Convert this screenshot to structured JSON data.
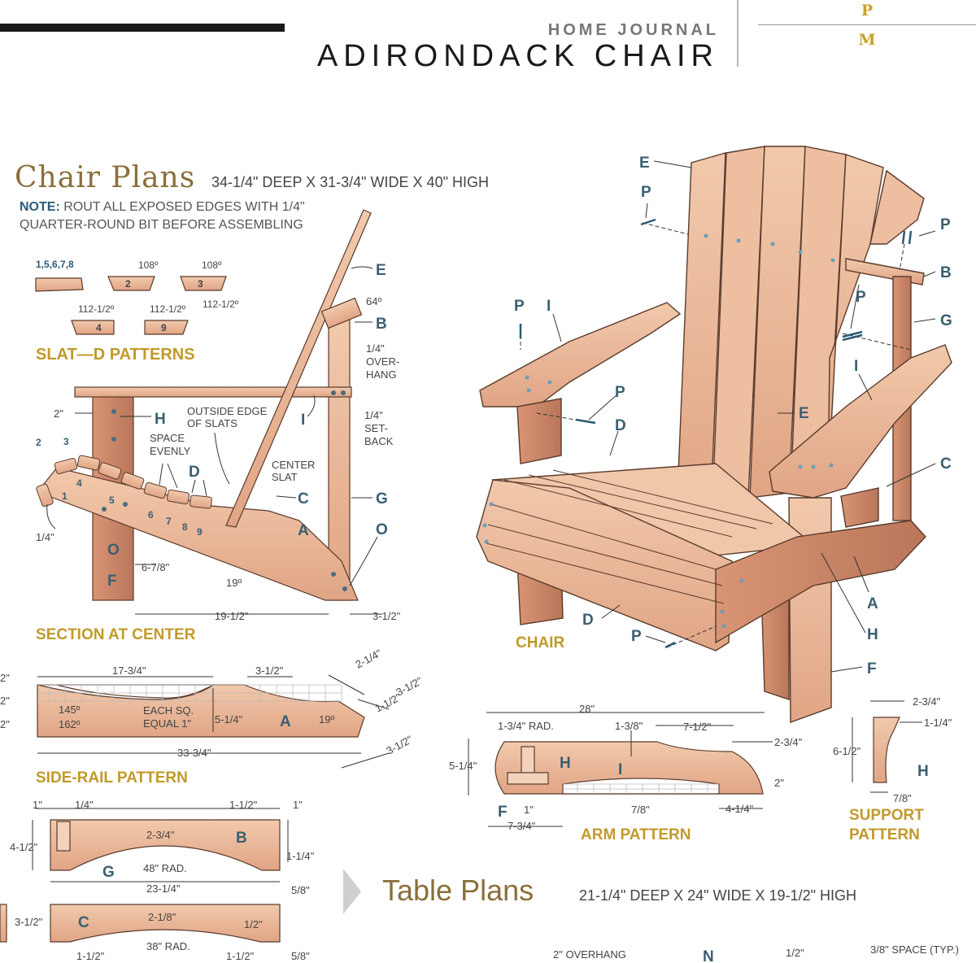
{
  "header": {
    "kicker": "HOME JOURNAL",
    "title": "ADIRONDACK CHAIR",
    "logo_top": "P",
    "logo_bottom": "M"
  },
  "chair_plans": {
    "heading": "Chair Plans",
    "dims": "34-1/4\" DEEP X 31-3/4\" WIDE X 40\" HIGH",
    "note_label": "NOTE:",
    "note_text": "ROUT ALL EXPOSED EDGES WITH 1/4\"",
    "note_text2": "QUARTER-ROUND BIT BEFORE ASSEMBLING"
  },
  "slat_patterns": {
    "caption": "SLAT—D PATTERNS",
    "set1": "1,5,6,7,8",
    "angle_108a": "108º",
    "angle_108b": "108º",
    "angle_112a": "112-1/2º",
    "angle_112b": "112-1/2º",
    "angle_112c": "112-1/2º",
    "n2": "2",
    "n3": "3",
    "n4": "4",
    "n9": "9"
  },
  "section": {
    "caption": "SECTION AT CENTER",
    "labels": {
      "E": "E",
      "B": "B",
      "I": "I",
      "H": "H",
      "D": "D",
      "C": "C",
      "A": "A",
      "G": "G",
      "O": "O",
      "O2": "O",
      "F": "F"
    },
    "angle64": "64º",
    "overhang": [
      "1/4\"",
      "OVER-",
      "HANG"
    ],
    "setback": [
      "1/4\"",
      "SET-",
      "BACK"
    ],
    "outside_edge": [
      "OUTSIDE EDGE",
      "OF SLATS"
    ],
    "space_evenly": [
      "SPACE",
      "EVENLY"
    ],
    "center_slat": [
      "CENTER",
      "SLAT"
    ],
    "dim_2": "2\"",
    "dim_quarter": "1/4\"",
    "dim_678": "6-7/8\"",
    "angle19": "19º",
    "dim_1912": "19-1/2\"",
    "dim_312": "3-1/2\"",
    "slat_numbers": [
      "1",
      "2",
      "3",
      "4",
      "5",
      "6",
      "7",
      "8",
      "9"
    ]
  },
  "chair_view": {
    "caption": "CHAIR",
    "labels": [
      "E",
      "P",
      "P",
      "B",
      "G",
      "P",
      "I",
      "P",
      "I",
      "E",
      "D",
      "C",
      "A",
      "H",
      "F",
      "D",
      "P"
    ]
  },
  "side_rail": {
    "caption": "SIDE-RAIL PATTERN",
    "d_1734": "17-3/4\"",
    "d_312": "3-1/2\"",
    "d_214": "2-1/4\"",
    "d_312b": "3-1/2\"",
    "d_112": "1-1/2\"",
    "d_312c": "3-1/2\"",
    "d_3334": "33-3/4\"",
    "d_514": "5-1/4\"",
    "angle145": "145º",
    "angle162": "162º",
    "angle19": "19º",
    "each_sq": [
      "EACH SQ.",
      "EQUAL 1\""
    ],
    "left_dims": [
      "2\"",
      "2\"",
      "2\""
    ],
    "part": "A"
  },
  "arm": {
    "caption": "ARM PATTERN",
    "d_28": "28\"",
    "d_rad": "1-3/4\" RAD.",
    "d_138": "1-3/8\"",
    "d_712": "7-1/2\"",
    "d_234": "2-3/4\"",
    "d_514": "5-1/4\"",
    "d_2": "2\"",
    "d_1": "1\"",
    "d_78": "7/8\"",
    "d_414": "4-1/4\"",
    "d_734": "7-3/4\"",
    "parts": [
      "H",
      "I",
      "F"
    ]
  },
  "support": {
    "caption": [
      "SUPPORT",
      "PATTERN"
    ],
    "d_234": "2-3/4\"",
    "d_114": "1-1/4\"",
    "d_612": "6-1/2\"",
    "d_78": "7/8\"",
    "part": "H"
  },
  "back_brace": {
    "d_1": "1\"",
    "d_14": "1/4\"",
    "d_112": "1-1/2\"",
    "d_1b": "1\"",
    "d_412": "4-1/2\"",
    "d_234": "2-3/4\"",
    "d_48rad": "48\" RAD.",
    "d_114": "1-1/4\"",
    "d_2314": "23-1/4\"",
    "d_58": "5/8\"",
    "part_b": "B",
    "part_g": "G"
  },
  "front_brace": {
    "d_312": "3-1/2\"",
    "d_218": "2-1/8\"",
    "d_12": "1/2\"",
    "d_38rad": "38\" RAD.",
    "d_112": "1-1/2\"",
    "d_112b": "1-1/2\"",
    "d_58": "5/8\"",
    "part": "C"
  },
  "table_plans": {
    "heading": "Table Plans",
    "dims": "21-1/4\" DEEP X 24\" WIDE X 19-1/2\" HIGH",
    "overhang": "2\" OVERHANG",
    "part": "N",
    "d_12": "1/2\"",
    "spacing": "3/8\" SPACE (TYP.)"
  },
  "colors": {
    "wood": "#e9b79a",
    "wood_dark": "#c98a6c",
    "gold": "#c09a2a",
    "label_blue": "#3a5f72"
  }
}
